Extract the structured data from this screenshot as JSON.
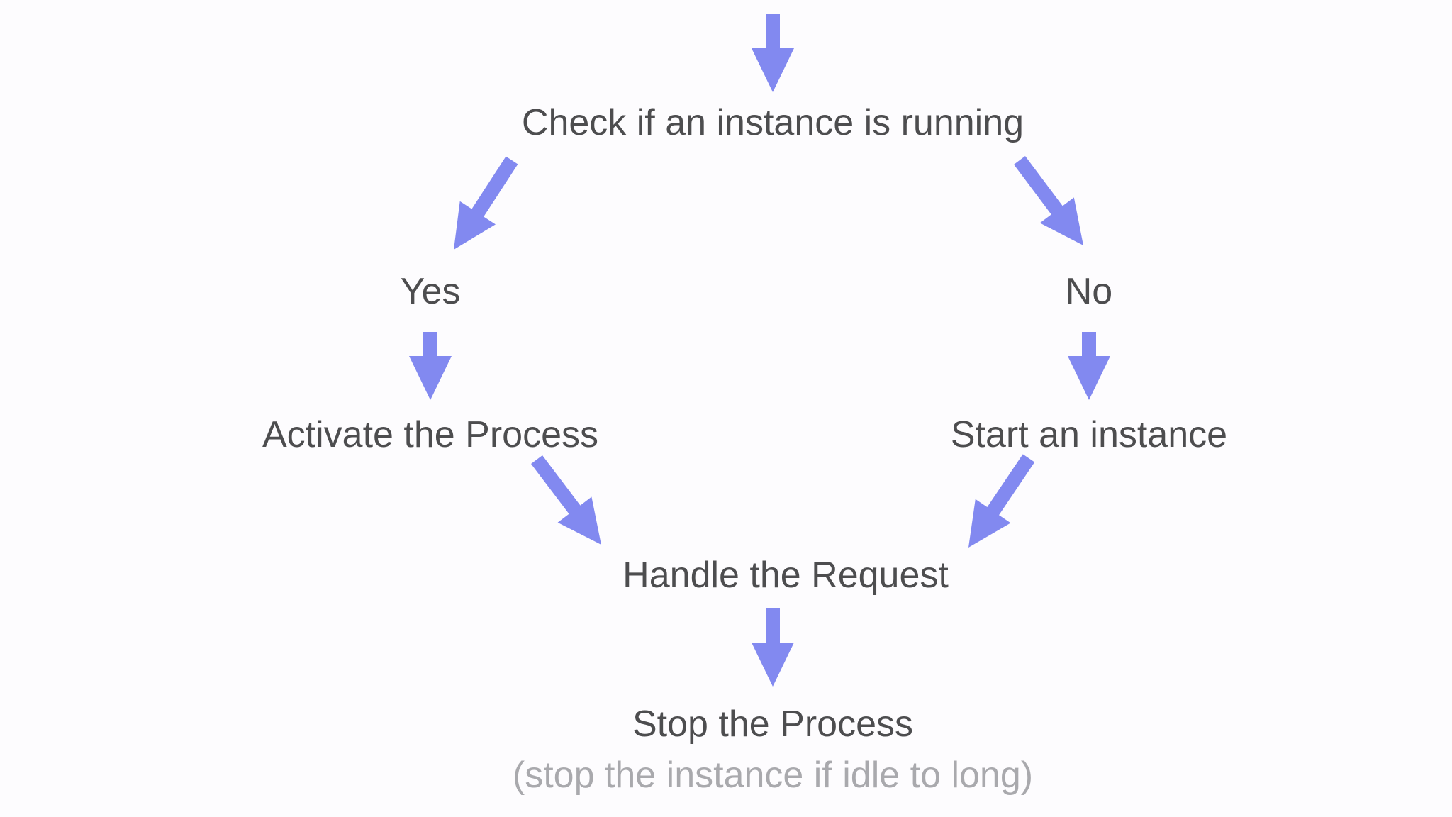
{
  "colors": {
    "arrow": "#8289f0",
    "text": "#4d4d4f",
    "note": "#a9a9ad",
    "background": "#fdfcfe"
  },
  "nodes": {
    "check": "Check if an instance is running",
    "yes": "Yes",
    "no": "No",
    "activate": "Activate the Process",
    "start": "Start an instance",
    "handle": "Handle the Request",
    "stop": "Stop the Process",
    "stop_note": "(stop the instance if idle to long)"
  },
  "edges": [
    {
      "from": "entry",
      "to": "check"
    },
    {
      "from": "check",
      "to": "yes"
    },
    {
      "from": "check",
      "to": "no"
    },
    {
      "from": "yes",
      "to": "activate"
    },
    {
      "from": "no",
      "to": "start"
    },
    {
      "from": "activate",
      "to": "handle"
    },
    {
      "from": "start",
      "to": "handle"
    },
    {
      "from": "handle",
      "to": "stop"
    }
  ]
}
